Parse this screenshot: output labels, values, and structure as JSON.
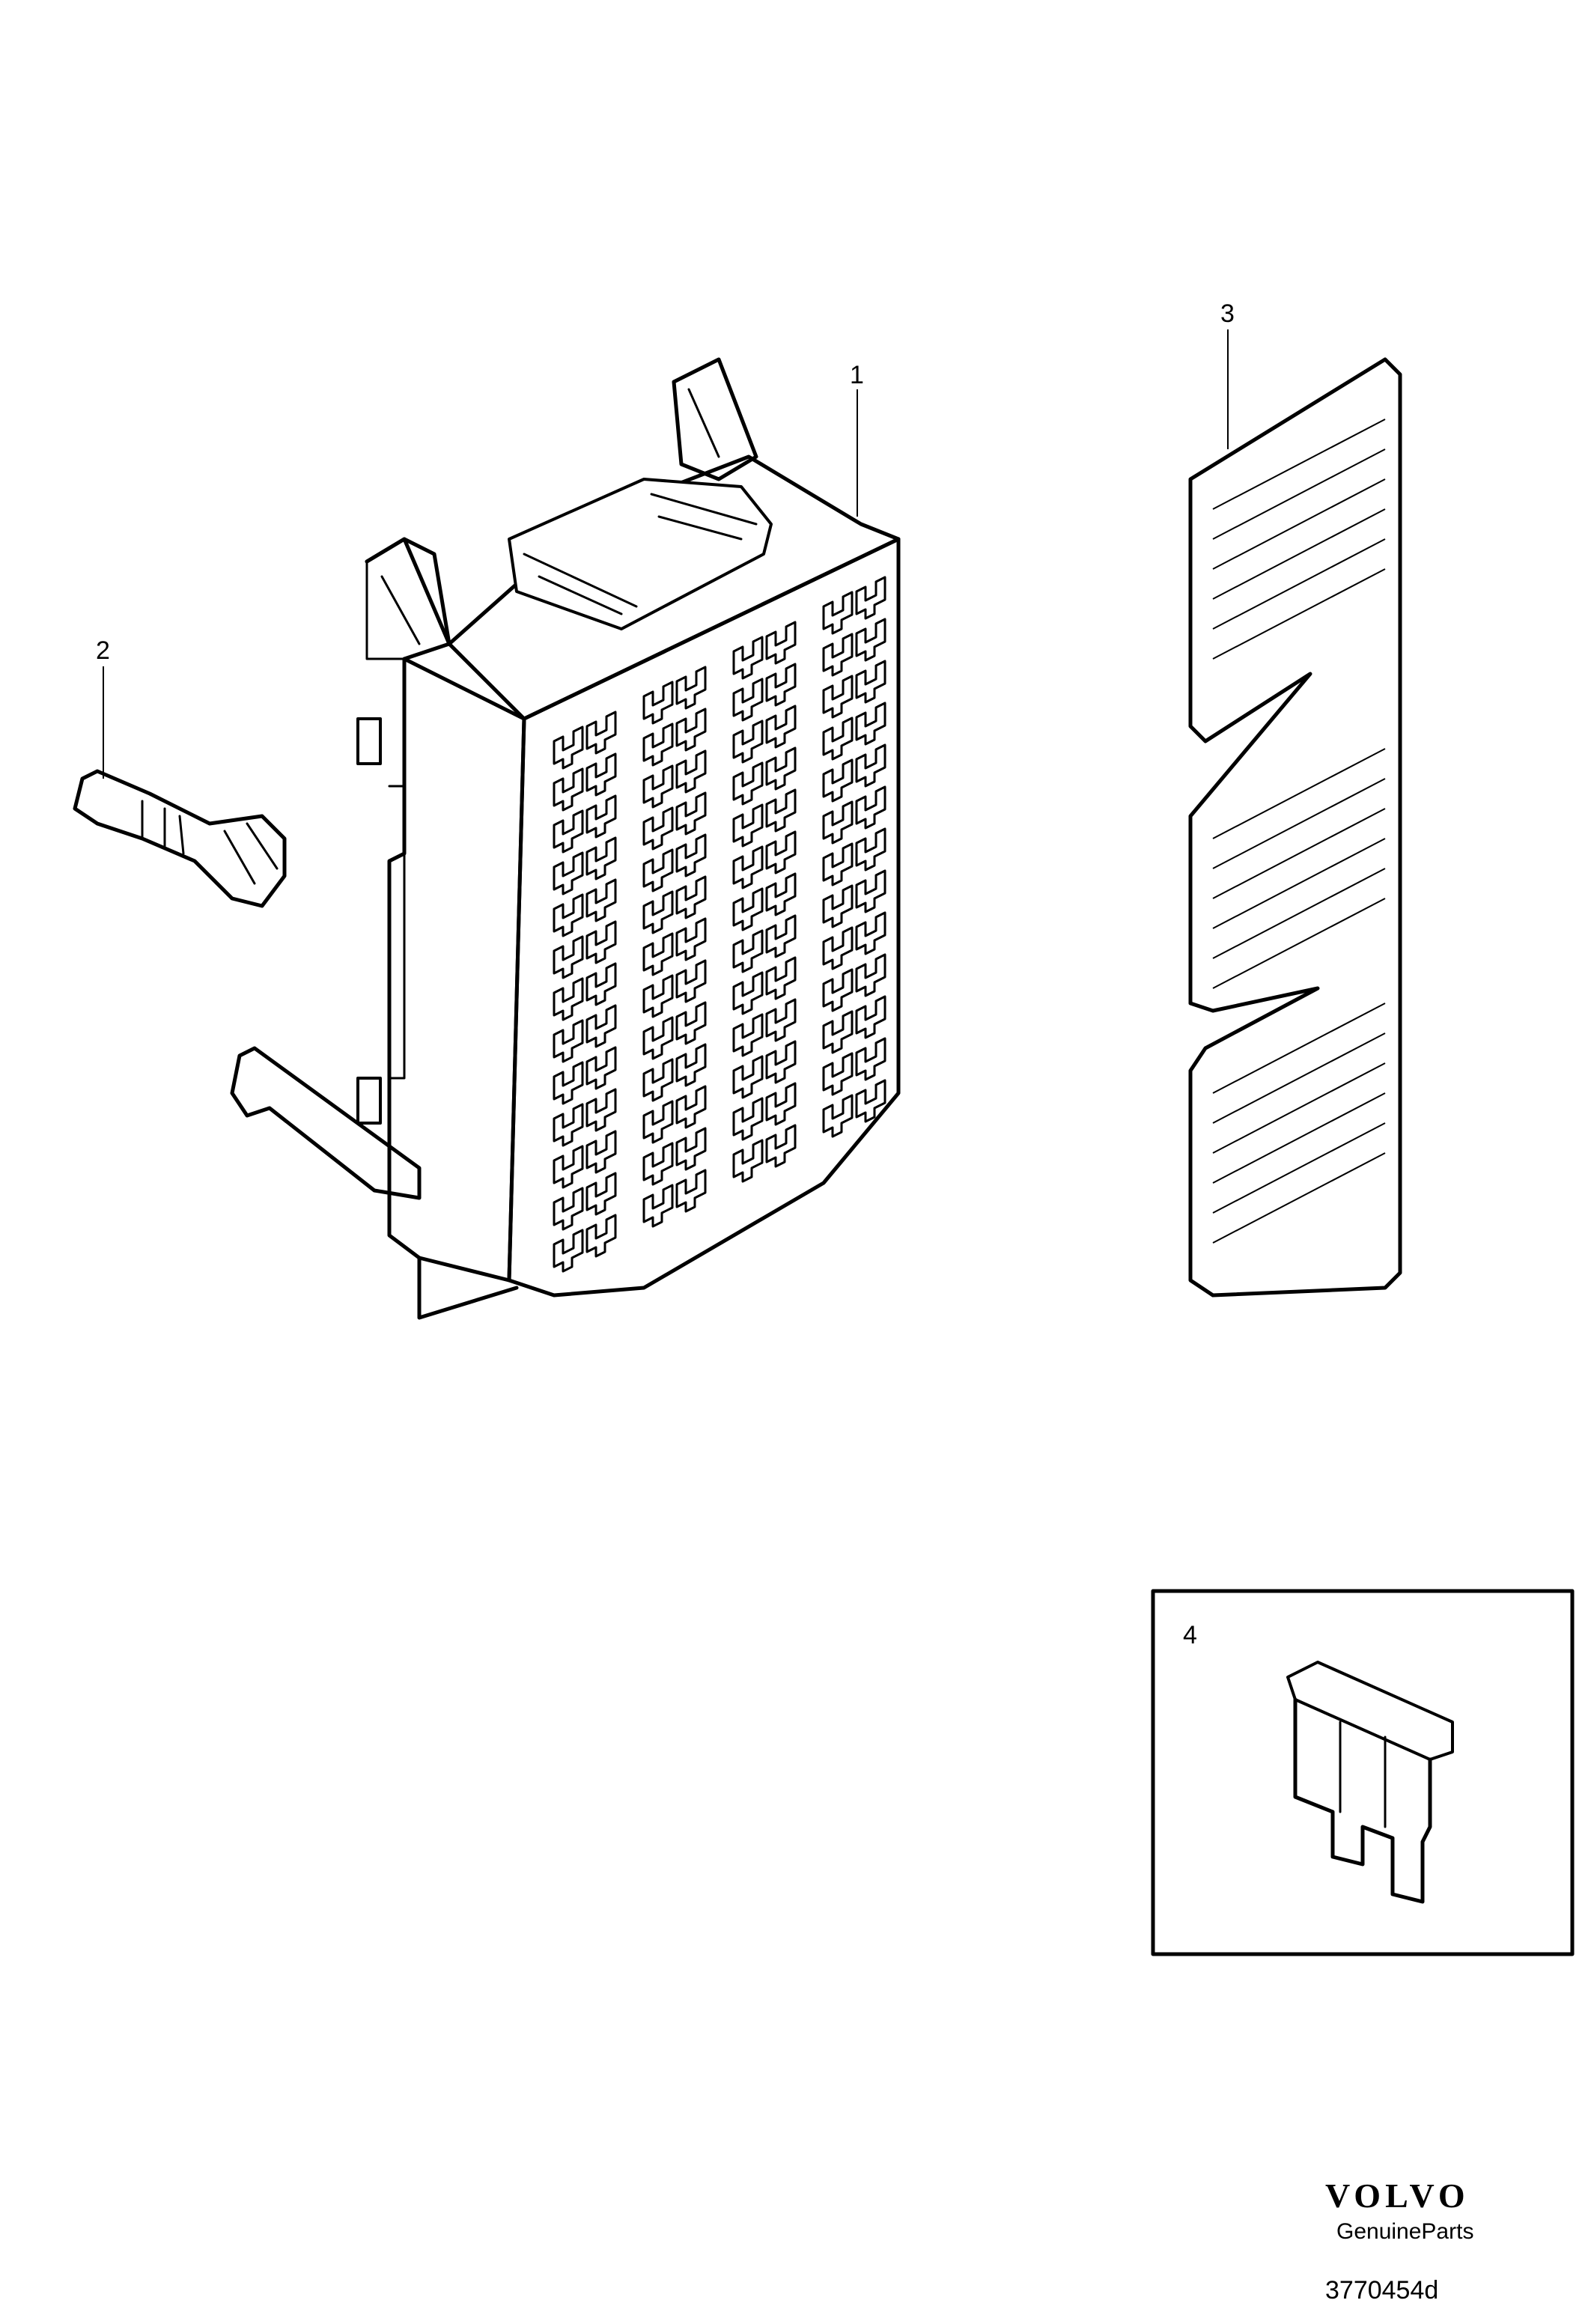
{
  "diagram": {
    "callouts": [
      {
        "id": "1",
        "label": "1"
      },
      {
        "id": "2",
        "label": "2"
      },
      {
        "id": "3",
        "label": "3"
      },
      {
        "id": "4",
        "label": "4"
      }
    ]
  },
  "branding": {
    "logo_text": "VOLVO",
    "tagline": "GenuineParts",
    "reference": "3770454d"
  }
}
